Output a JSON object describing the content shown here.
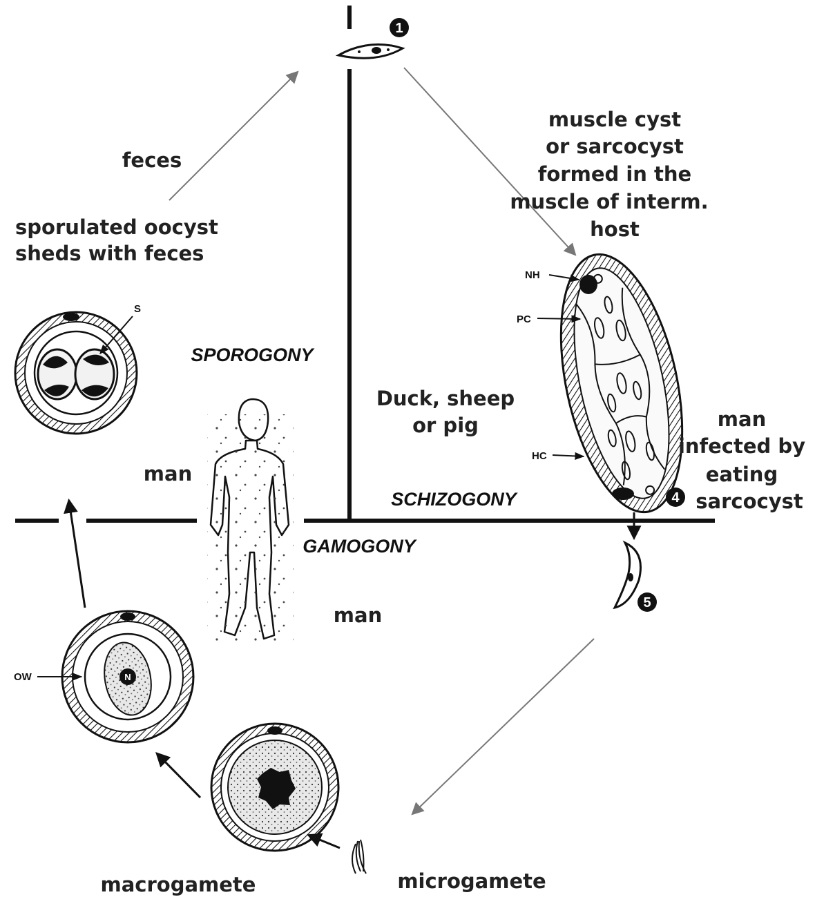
{
  "labels": {
    "feces": "feces",
    "sporulated_line1": "sporulated oocyst",
    "sporulated_line2": "sheds with feces",
    "muscle_line1": "muscle cyst",
    "muscle_line2": "or sarcocyst",
    "muscle_line3": "formed in the",
    "muscle_line4": "muscle of interm.",
    "muscle_line5": "host",
    "intermediate_line1": "Duck, sheep",
    "intermediate_line2": "or pig",
    "man_upper": "man",
    "man_lower": "man",
    "infected_line1": "man",
    "infected_line2": "infected by",
    "infected_line3": "eating",
    "infected_line4": "sarcocyst",
    "macrogamete": "macrogamete",
    "microgamete": "microgamete"
  },
  "phases": {
    "sporogony": "SPOROGONY",
    "schizogony": "SCHIZOGONY",
    "gamogony": "GAMOGONY"
  },
  "structure_labels": {
    "nh": "NH",
    "pc": "PC",
    "hc": "HC",
    "s": "S",
    "ow": "OW",
    "n": "N"
  },
  "steps": {
    "one": "1",
    "four": "4",
    "five": "5"
  },
  "colors": {
    "ink": "#111111",
    "arrow_gray": "#777777",
    "background": "#ffffff"
  }
}
